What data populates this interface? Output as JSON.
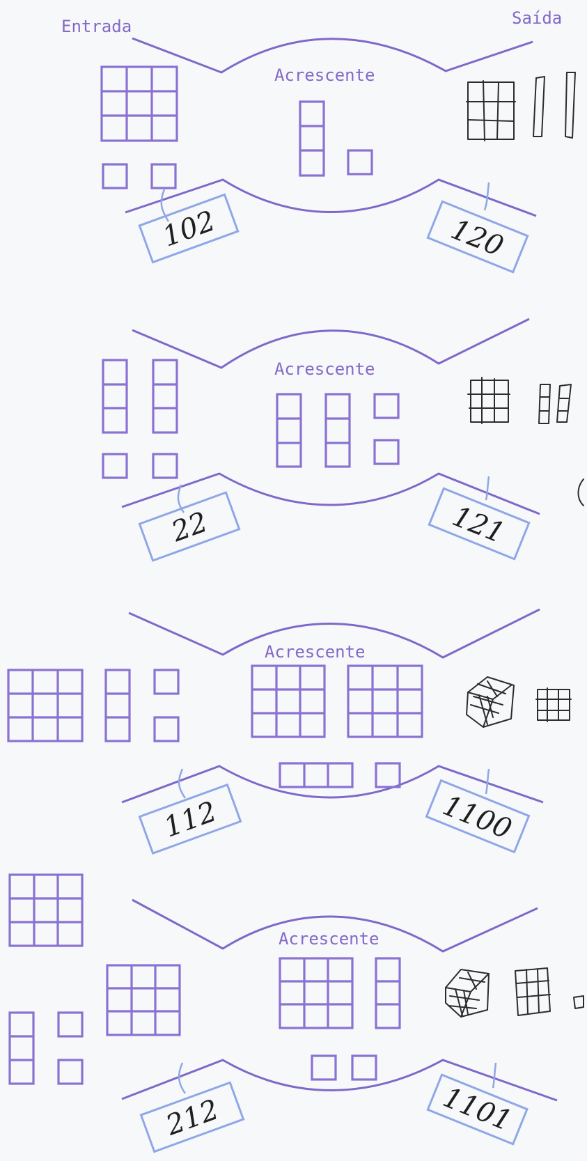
{
  "headings": {
    "entrada": "Entrada",
    "saida": "Saída"
  },
  "exercises": [
    {
      "machine_label": "Acrescente",
      "entrada_value": "102",
      "saida_value": "120"
    },
    {
      "machine_label": "Acrescente",
      "entrada_value": "22",
      "saida_value": "121"
    },
    {
      "machine_label": "Acrescente",
      "entrada_value": "112",
      "saida_value": "1100"
    },
    {
      "machine_label": "Acrescente",
      "entrada_value": "212",
      "saida_value": "1101"
    }
  ],
  "colors": {
    "stamp_purple": "#7f69c8",
    "card_blue": "#8fa7e6",
    "pencil": "#2c2c2c",
    "paper": "#f7f8fa"
  }
}
